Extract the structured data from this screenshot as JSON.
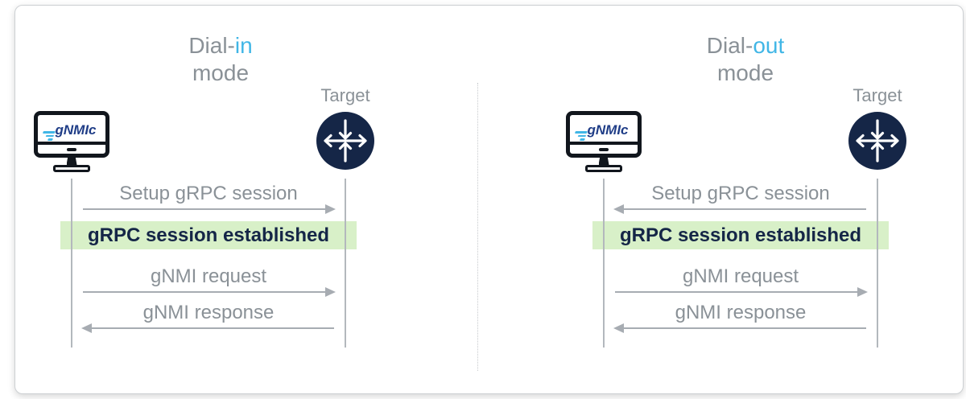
{
  "colors": {
    "accent_blue": "#41b6e6",
    "navy": "#152647",
    "logo_blue": "#1f3d87",
    "highlight_green": "#d8f0c8",
    "text_gray": "#8a9197",
    "arrow_gray": "#a7acb2",
    "line_gray": "#b3b8bd",
    "icon_black": "#11161d"
  },
  "icons": {
    "client": "monitor-icon",
    "target": "router-icon",
    "client_logo_decoration": "speedlines-icon"
  },
  "panels": [
    {
      "title": {
        "prefix": "Dial-",
        "accent": "in",
        "line2": "mode"
      },
      "client_label": "gNMIc",
      "target_label": "Target",
      "messages": [
        {
          "label": "Setup gRPC session",
          "direction": "right"
        },
        {
          "label": "gRPC session established",
          "style": "highlight"
        },
        {
          "label": "gNMI request",
          "direction": "right"
        },
        {
          "label": "gNMI response",
          "direction": "left"
        }
      ]
    },
    {
      "title": {
        "prefix": "Dial-",
        "accent": "out",
        "line2": "mode"
      },
      "client_label": "gNMIc",
      "target_label": "Target",
      "messages": [
        {
          "label": "Setup gRPC session",
          "direction": "left"
        },
        {
          "label": "gRPC session established",
          "style": "highlight"
        },
        {
          "label": "gNMI request",
          "direction": "right"
        },
        {
          "label": "gNMI response",
          "direction": "left"
        }
      ]
    }
  ]
}
